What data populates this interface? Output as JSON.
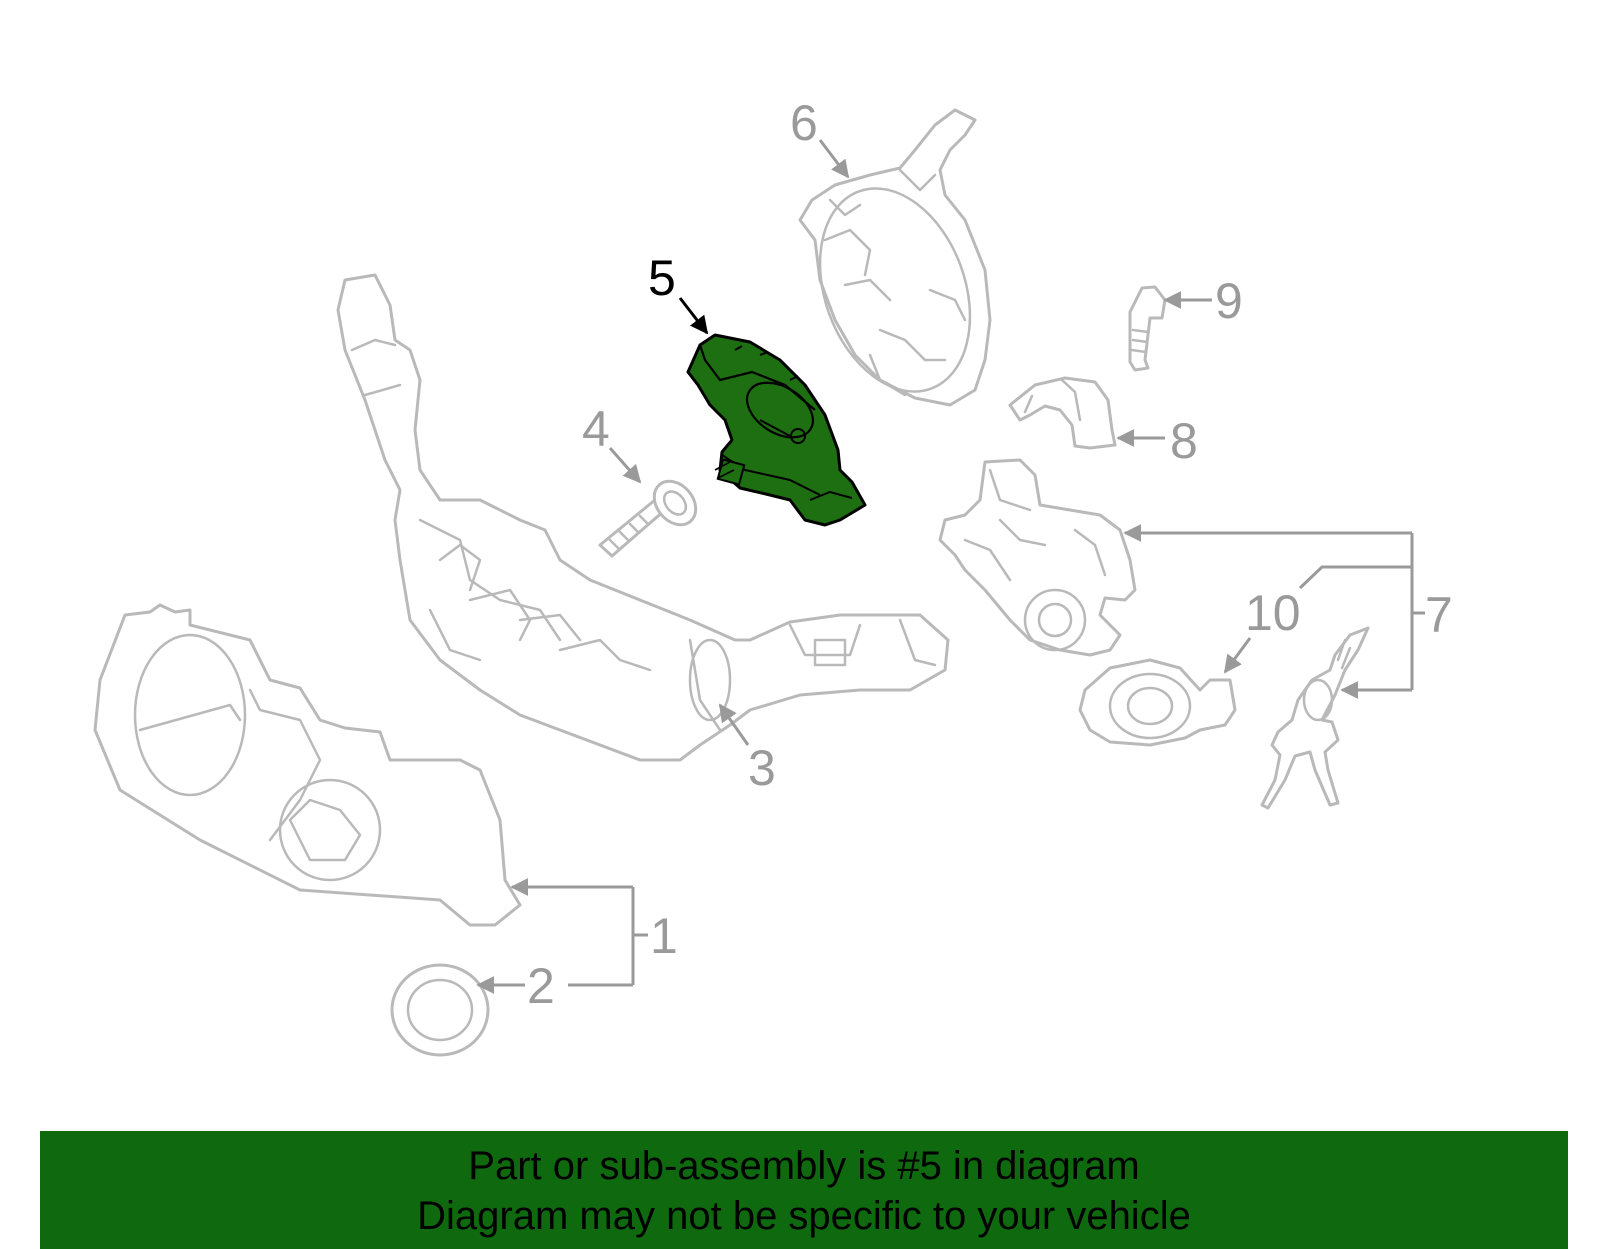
{
  "diagram": {
    "callouts": [
      {
        "id": "1",
        "label": "1",
        "highlighted": false
      },
      {
        "id": "2",
        "label": "2",
        "highlighted": false
      },
      {
        "id": "3",
        "label": "3",
        "highlighted": false
      },
      {
        "id": "4",
        "label": "4",
        "highlighted": false
      },
      {
        "id": "5",
        "label": "5",
        "highlighted": true
      },
      {
        "id": "6",
        "label": "6",
        "highlighted": false
      },
      {
        "id": "7",
        "label": "7",
        "highlighted": false
      },
      {
        "id": "8",
        "label": "8",
        "highlighted": false
      },
      {
        "id": "9",
        "label": "9",
        "highlighted": false
      },
      {
        "id": "10",
        "label": "10",
        "highlighted": false
      }
    ],
    "colors": {
      "highlight_fill": "#1e6e12",
      "line_gray": "#b9b9b9",
      "label_gray": "#9a9a9a",
      "banner_bg": "#0f6a0f"
    }
  },
  "banner": {
    "line1": "Part or sub-assembly is #5 in diagram",
    "line2": "Diagram may not be specific to your vehicle"
  }
}
